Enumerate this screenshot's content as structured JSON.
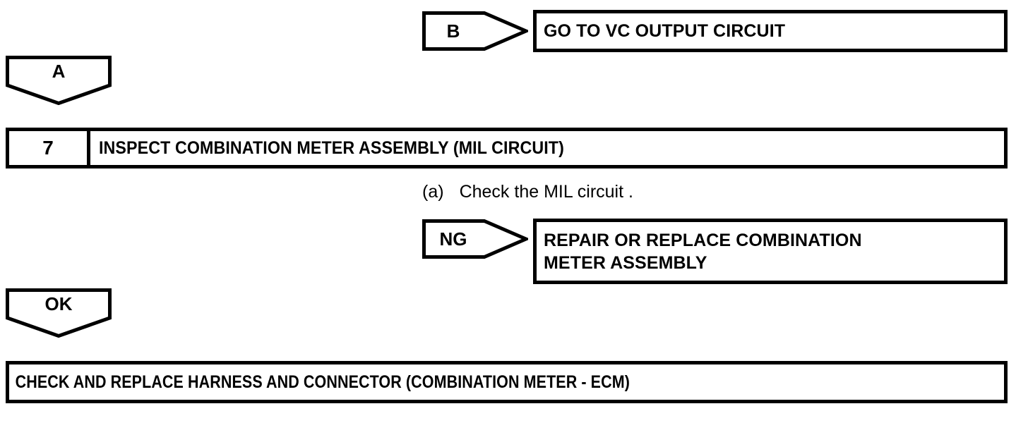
{
  "diagram": {
    "type": "automotive-diagnostic-flowchart",
    "background_color": "#ffffff",
    "line_color": "#000000"
  },
  "connectors": {
    "entry_a": {
      "label": "A",
      "shape": "pentagon-down"
    },
    "branch_b": {
      "label": "B",
      "shape": "arrow-right"
    },
    "result_ng": {
      "label": "NG",
      "shape": "arrow-right"
    },
    "result_ok": {
      "label": "OK",
      "shape": "pentagon-down"
    }
  },
  "boxes": {
    "goto_vc_output": {
      "text": "GO TO VC OUTPUT CIRCUIT"
    },
    "repair_replace_meter": {
      "line1": "REPAIR OR REPLACE COMBINATION",
      "line2": "METER ASSEMBLY",
      "text": "REPAIR OR REPLACE COMBINATION\nMETER ASSEMBLY"
    },
    "check_replace_harness": {
      "text": "CHECK AND REPLACE HARNESS AND CONNECTOR (COMBINATION METER - ECM)"
    }
  },
  "step": {
    "number": "7",
    "title": "INSPECT COMBINATION METER ASSEMBLY (MIL CIRCUIT)",
    "instructions": [
      {
        "marker": "(a)",
        "text": "Check the MIL circuit ."
      }
    ]
  }
}
